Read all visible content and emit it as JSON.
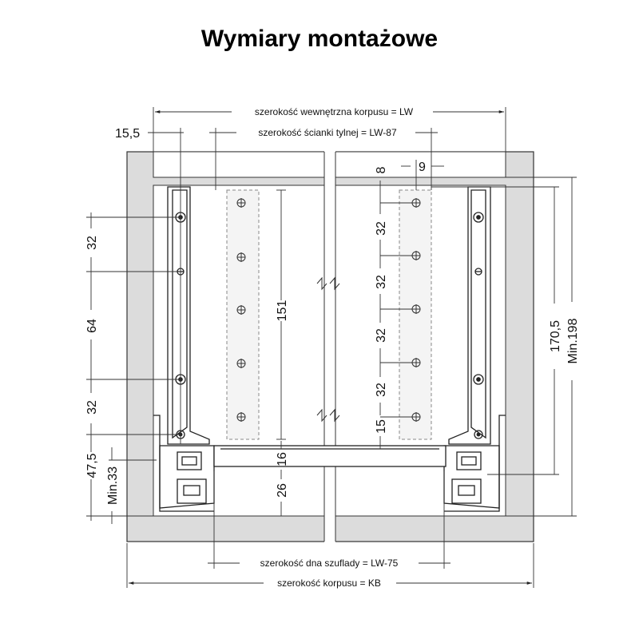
{
  "title": "Wymiary montażowe",
  "labels": {
    "lw": "szerokość wewnętrzna korpusu = LW",
    "back": "szerokość ścianki tylnej = LW-87",
    "bottom": "szerokość dna szuflady = LW-75",
    "kb": "szerokość korpusu = KB"
  },
  "dims": {
    "d15_5": "15,5",
    "d9": "9",
    "d8": "8",
    "left32a": "32",
    "left64": "64",
    "left32b": "32",
    "left47_5": "47,5",
    "leftMin33": "Min.33",
    "d151": "151",
    "d16": "16",
    "d26": "26",
    "r32a": "32",
    "r32b": "32",
    "r32c": "32",
    "r32d": "32",
    "d15": "15",
    "d170_5": "170,5",
    "min198": "Min.198"
  },
  "colors": {
    "panel": "#dcdcdc",
    "line": "#222222",
    "dash": "#888888"
  }
}
